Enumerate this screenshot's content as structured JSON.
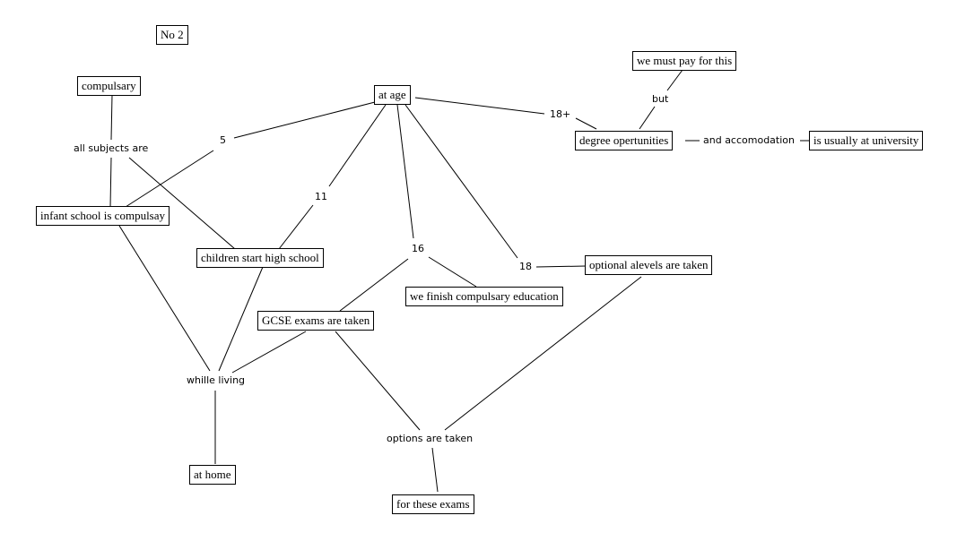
{
  "diagram": {
    "title": "No 2",
    "concepts": {
      "compulsary": "compulsary",
      "at_age": "at age",
      "we_must_pay": "we must pay for this",
      "degree": "degree opertunities",
      "university": "is usually at university",
      "infant": "infant school is compulsay",
      "high_school": "children start high school",
      "compulsary_ed": "we finish compulsary education",
      "alevels": "optional alevels are taken",
      "gcse": "GCSE exams are taken",
      "at_home": "at home",
      "exams": "for these exams"
    },
    "links": {
      "all_subjects": "all subjects are",
      "age_5": "5",
      "age_11": "11",
      "age_16": "16",
      "age_18": "18",
      "age_18plus": "18+",
      "but": "but",
      "accomodation": "and accomodation",
      "while_living": "whille living",
      "options": "options are taken"
    }
  }
}
